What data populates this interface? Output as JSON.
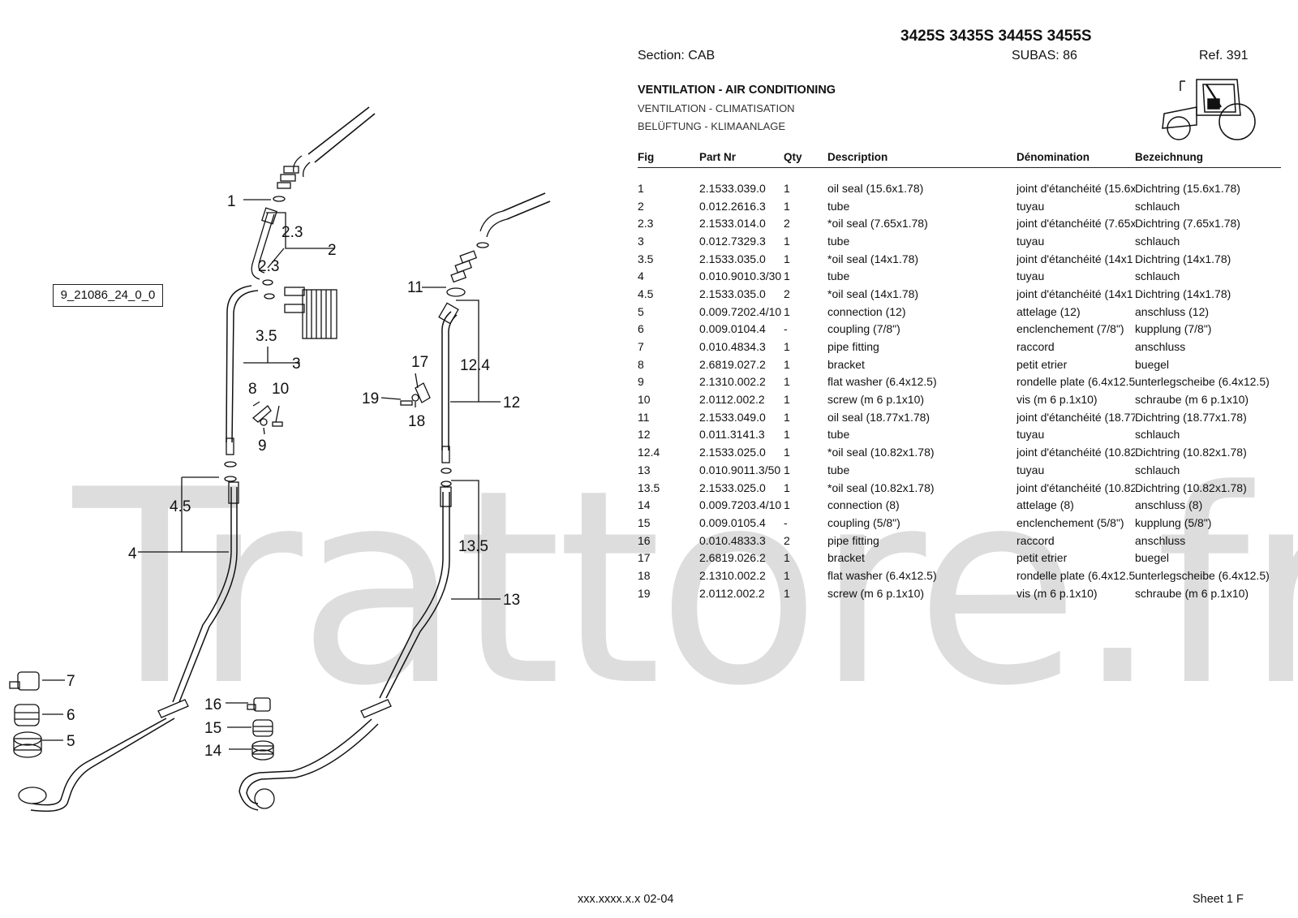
{
  "header": {
    "models": "3425S 3435S 3445S 3455S",
    "section": "Section: CAB",
    "subas": "SUBAS: 86",
    "ref": "Ref. 391"
  },
  "title": {
    "en": "VENTILATION - AIR CONDITIONING",
    "fr": "VENTILATION - CLIMATISATION",
    "de": "BELÜFTUNG - KLIMAANLAGE"
  },
  "table": {
    "columns": [
      "Fig",
      "Part Nr",
      "Qty",
      "Description",
      "Dénomination",
      "Bezeichnung"
    ],
    "rows": [
      [
        "1",
        "2.1533.039.0",
        "1",
        "oil seal (15.6x1.78)",
        "joint d'étanchéité (15.6x",
        "Dichtring (15.6x1.78)"
      ],
      [
        "2",
        "0.012.2616.3",
        "1",
        "tube",
        "tuyau",
        "schlauch"
      ],
      [
        "2.3",
        "2.1533.014.0",
        "2",
        "*oil seal (7.65x1.78)",
        "joint d'étanchéité (7.65x",
        "Dichtring (7.65x1.78)"
      ],
      [
        "3",
        "0.012.7329.3",
        "1",
        "tube",
        "tuyau",
        "schlauch"
      ],
      [
        "3.5",
        "2.1533.035.0",
        "1",
        "*oil seal (14x1.78)",
        "joint d'étanchéité (14x1",
        "Dichtring (14x1.78)"
      ],
      [
        "4",
        "0.010.9010.3/30",
        "1",
        "tube",
        "tuyau",
        "schlauch"
      ],
      [
        "4.5",
        "2.1533.035.0",
        "2",
        "*oil seal (14x1.78)",
        "joint d'étanchéité (14x1",
        "Dichtring (14x1.78)"
      ],
      [
        "5",
        "0.009.7202.4/10",
        "1",
        "connection (12)",
        "attelage (12)",
        "anschluss (12)"
      ],
      [
        "6",
        "0.009.0104.4",
        "-",
        "coupling (7/8\")",
        "enclenchement (7/8\")",
        "kupplung (7/8\")"
      ],
      [
        "7",
        "0.010.4834.3",
        "1",
        "pipe fitting",
        "raccord",
        "anschluss"
      ],
      [
        "8",
        "2.6819.027.2",
        "1",
        "bracket",
        "petit etrier",
        "buegel"
      ],
      [
        "9",
        "2.1310.002.2",
        "1",
        "flat washer (6.4x12.5)",
        "rondelle plate (6.4x12.5",
        "unterlegscheibe (6.4x12.5)"
      ],
      [
        "10",
        "2.0112.002.2",
        "1",
        "screw (m 6 p.1x10)",
        "vis (m 6 p.1x10)",
        "schraube (m 6 p.1x10)"
      ],
      [
        "11",
        "2.1533.049.0",
        "1",
        "oil seal (18.77x1.78)",
        "joint d'étanchéité (18.77",
        "Dichtring (18.77x1.78)"
      ],
      [
        "12",
        "0.011.3141.3",
        "1",
        "tube",
        "tuyau",
        "schlauch"
      ],
      [
        "12.4",
        "2.1533.025.0",
        "1",
        "*oil seal (10.82x1.78)",
        "joint d'étanchéité (10.82",
        "Dichtring (10.82x1.78)"
      ],
      [
        "13",
        "0.010.9011.3/50",
        "1",
        "tube",
        "tuyau",
        "schlauch"
      ],
      [
        "13.5",
        "2.1533.025.0",
        "1",
        "*oil seal (10.82x1.78)",
        "joint d'étanchéité (10.82",
        "Dichtring (10.82x1.78)"
      ],
      [
        "14",
        "0.009.7203.4/10",
        "1",
        "connection (8)",
        "attelage (8)",
        "anschluss (8)"
      ],
      [
        "15",
        "0.009.0105.4",
        "-",
        "coupling (5/8\")",
        "enclenchement (5/8\")",
        "kupplung (5/8\")"
      ],
      [
        "16",
        "0.010.4833.3",
        "2",
        "pipe fitting",
        "raccord",
        "anschluss"
      ],
      [
        "17",
        "2.6819.026.2",
        "1",
        "bracket",
        "petit etrier",
        "buegel"
      ],
      [
        "18",
        "2.1310.002.2",
        "1",
        "flat washer (6.4x12.5)",
        "rondelle plate (6.4x12.5",
        "unterlegscheibe (6.4x12.5)"
      ],
      [
        "19",
        "2.0112.002.2",
        "1",
        "screw (m 6 p.1x10)",
        "vis (m 6 p.1x10)",
        "schraube (m 6 p.1x10)"
      ]
    ]
  },
  "diagram": {
    "ref_code": "9_21086_24_0_0",
    "watermark": "Trattore.fr",
    "labels": {
      "l1": "1",
      "l2": "2",
      "l23": "2.3",
      "l3": "3",
      "l35": "3.5",
      "l4": "4",
      "l45": "4.5",
      "l5": "5",
      "l6": "6",
      "l7": "7",
      "l8": "8",
      "l9": "9",
      "l10": "10",
      "l11": "11",
      "l12": "12",
      "l124": "12.4",
      "l13": "13",
      "l135": "13.5",
      "l14": "14",
      "l15": "15",
      "l16": "16",
      "l17": "17",
      "l18": "18",
      "l19": "19"
    }
  },
  "footer": {
    "code": "xxx.xxxx.x.x  02-04",
    "sheet": "Sheet 1 F"
  }
}
